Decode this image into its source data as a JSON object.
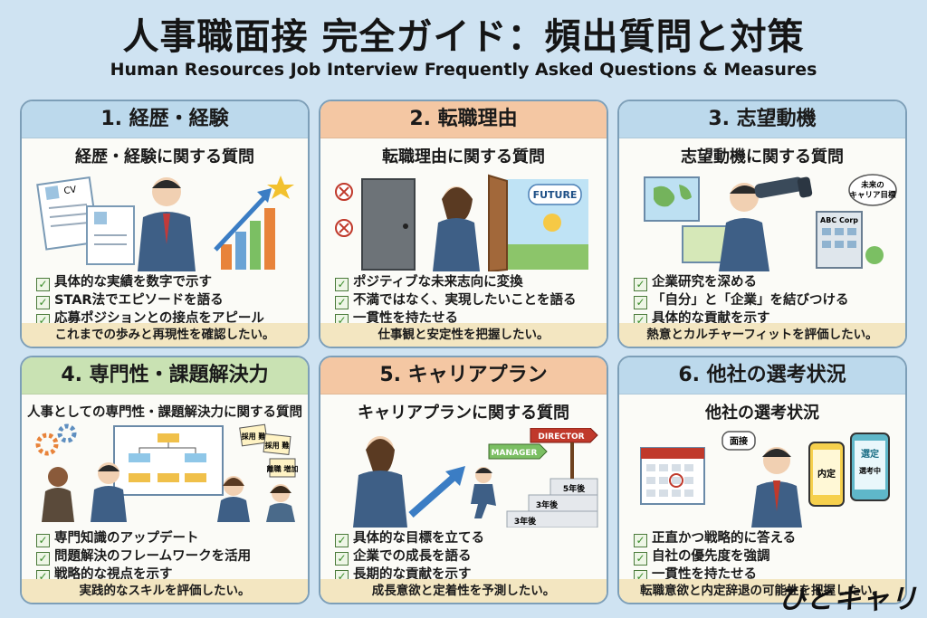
{
  "header": {
    "title": "人事職面接 完全ガイド：頻出質問と対策",
    "subtitle": "Human Resources Job Interview Frequently Asked Questions & Measures"
  },
  "cards": [
    {
      "heading": "1. 経歴・経験",
      "question": "経歴・経験に関する質問",
      "points": [
        "具体的な実績を数字で示す",
        "STAR法でエピソードを語る",
        "応募ポジションとの接点をアピール"
      ],
      "footer": "これまでの歩みと再現性を確認したい。",
      "illus_text": [
        "CV"
      ]
    },
    {
      "heading": "2. 転職理由",
      "question": "転職理由に関する質問",
      "points": [
        "ポジティブな未来志向に変換",
        "不満ではなく、実現したいことを語る",
        "一貫性を持たせる"
      ],
      "footer": "仕事観と安定性を把握したい。",
      "illus_text": [
        "FUTURE"
      ]
    },
    {
      "heading": "3. 志望動機",
      "question": "志望動機に関する質問",
      "points": [
        "企業研究を深める",
        "「自分」と「企業」を結びつける",
        "具体的な貢献を示す"
      ],
      "footer": "熱意とカルチャーフィットを評価したい。",
      "illus_text": [
        "未来の",
        "キャリア目標",
        "ABC Corp"
      ]
    },
    {
      "heading": "4. 専門性・課題解決力",
      "question": "人事としての専門性・課題解決力に関する質問",
      "points": [
        "専門知識のアップデート",
        "問題解決のフレームワークを活用",
        "戦略的な視点を示す"
      ],
      "footer": "実践的なスキルを評価したい。",
      "illus_text": [
        "採用 難",
        "採用 難",
        "離職 増加"
      ]
    },
    {
      "heading": "5. キャリアプラン",
      "question": "キャリアプランに関する質問",
      "points": [
        "具体的な目標を立てる",
        "企業での成長を語る",
        "長期的な貢献を示す"
      ],
      "footer": "成長意欲と定着性を予測したい。",
      "illus_text": [
        "DIRECTOR",
        "MANAGER",
        "5年後",
        "3年後",
        "3年後"
      ]
    },
    {
      "heading": "6. 他社の選考状況",
      "question": "他社の選考状況",
      "points": [
        "正直かつ戦略的に答える",
        "自社の優先度を強調",
        "一貫性を持たせる"
      ],
      "footer": "転職意欲と内定辞退の可能性を把握したい。",
      "illus_text": [
        "面接",
        "内定",
        "選定",
        "選考中"
      ]
    }
  ],
  "check_glyph": "✓",
  "logo": "ひとキャリ",
  "colors": {
    "background": "#cfe3f2",
    "blue_header": "#bcd9ec",
    "orange_header": "#f4c7a3",
    "green_header": "#c9e2b3",
    "footer": "#f3e6c1"
  }
}
